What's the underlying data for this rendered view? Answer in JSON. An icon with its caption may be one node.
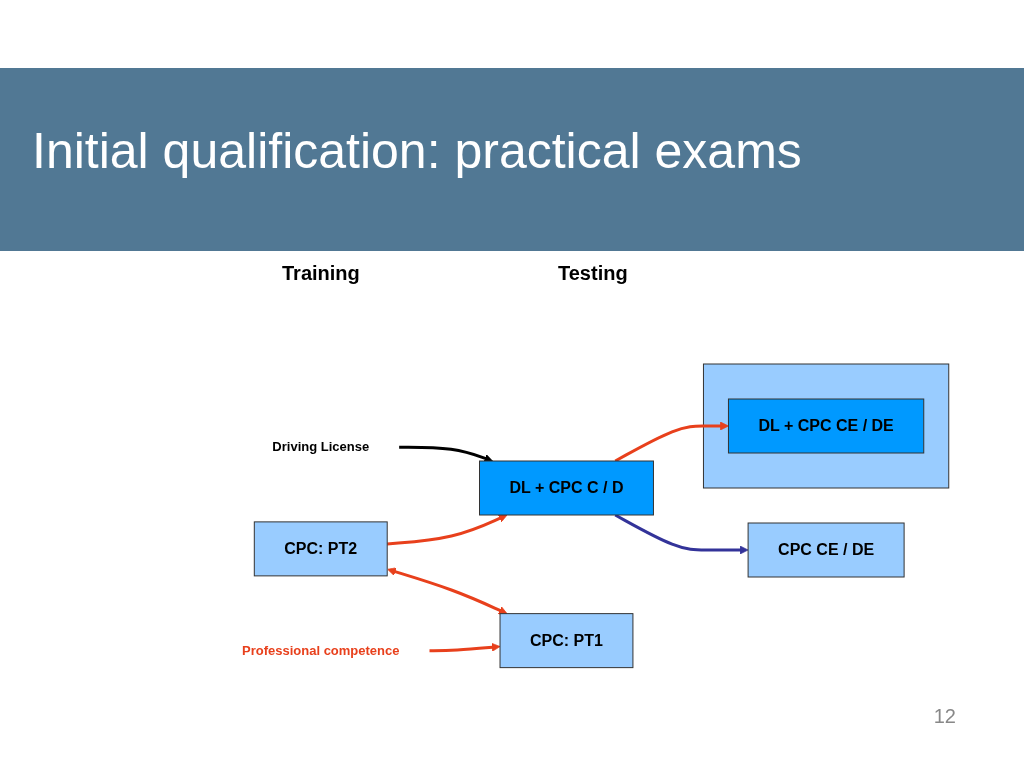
{
  "diagram": {
    "title": "Initial qualification: practical exams",
    "nodes": [
      {
        "text": [
          "Driving License"
        ]
      },
      {
        "text": [
          "DL + CPC  C / D"
        ]
      },
      {
        "text": [],
        "shape": "box"
      },
      {
        "text": [
          "DL + CPC CE / DE"
        ],
        "in": 2
      },
      {
        "text": [
          "CPC CE / DE"
        ]
      },
      {
        "text": [
          "CPC: PT2"
        ]
      },
      {
        "text": [
          "CPC: PT1"
        ]
      },
      {
        "text": [
          "Professional competence"
        ]
      }
    ],
    "edges": [
      {
        "from": 0,
        "to": 1,
        "arrow": "to",
        "color": "#000000"
      },
      {
        "from": 5,
        "to": 1,
        "arrow": "to"
      },
      {
        "from": 1,
        "to": 3,
        "arrow": "to"
      },
      {
        "from": 1,
        "to": 4,
        "arrow": "to",
        "color": "#333399"
      },
      {
        "from": 5,
        "to": 6,
        "arrow": "both"
      },
      {
        "from": 7,
        "to": 6,
        "arrow": "to"
      }
    ],
    "labels": [
      "Training",
      "Testing",
      "12"
    ]
  }
}
